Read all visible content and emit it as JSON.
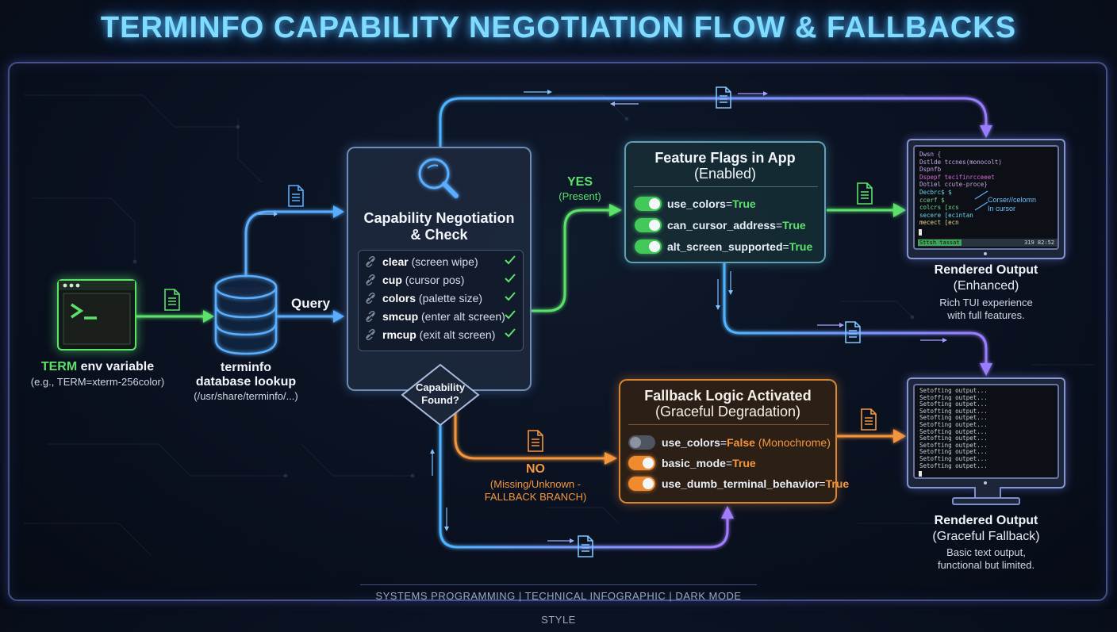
{
  "title": "TERMINFO CAPABILITY NEGOTIATION FLOW & FALLBACKS",
  "term_node": {
    "label_strong": "TERM",
    "label_rest": " env variable",
    "example": "(e.g., TERM=xterm-256color)"
  },
  "db_node": {
    "line1": "terminfo",
    "line2": "database lookup",
    "path": "(/usr/share/terminfo/...)"
  },
  "query_label": "Query",
  "negotiation": {
    "title_line1": "Capability Negotiation",
    "title_line2": "& Check",
    "capabilities": [
      {
        "name": "clear",
        "desc": " (screen wipe)"
      },
      {
        "name": "cup",
        "desc": " (cursor pos)"
      },
      {
        "name": "colors",
        "desc": " (palette size)"
      },
      {
        "name": "smcup",
        "desc": " (enter alt screen)"
      },
      {
        "name": "rmcup",
        "desc": " (exit alt screen)"
      }
    ],
    "decision_line1": "Capability",
    "decision_line2": "Found?"
  },
  "yes_branch": {
    "label": "YES",
    "sub": "(Present)"
  },
  "no_branch": {
    "label": "NO",
    "sub1": "(Missing/Unknown -",
    "sub2": "FALLBACK BRANCH)"
  },
  "feature_flags": {
    "title": "Feature Flags in App",
    "subtitle": "(Enabled)",
    "flags": [
      {
        "key": "use_colors",
        "eq": "=",
        "val": "True",
        "state": "on"
      },
      {
        "key": "can_cursor_address",
        "eq": "=",
        "val": "True",
        "state": "on"
      },
      {
        "key": "alt_screen_supported",
        "eq": "=",
        "val": "True",
        "state": "on"
      }
    ]
  },
  "fallback": {
    "title": "Fallback Logic Activated",
    "subtitle": "(Graceful Degradation)",
    "flags": [
      {
        "key": "use_colors",
        "eq": "=",
        "val": "False",
        "note": " (Monochrome)",
        "state": "off"
      },
      {
        "key": "basic_mode",
        "eq": "=",
        "val": "True",
        "note": "",
        "state": "on"
      },
      {
        "key": "use_dumb_terminal_behavior",
        "eq": "=",
        "val": "True",
        "note": "",
        "state": "on"
      }
    ]
  },
  "enhanced_output": {
    "title": "Rendered Output",
    "subtitle": "(Enhanced)",
    "desc1": "Rich TUI experience",
    "desc2": "with full features.",
    "screen_lines": [
      "Dwsn {",
      "Dstlde  tccnes(monocolt)",
      "Dspnfb",
      "Dspepf  tecifinrcceeet",
      "Dotiel  ccute-proce}",
      "",
      "Decbrc$ $",
      " ccerf $",
      "",
      "  colcrs  [xcs",
      "  secere  [ecintan",
      "  mecect  [ecn"
    ],
    "annotation1": "Corser//celomn",
    "annotation2": "In cursor",
    "status_left": "Sttsh  tassat",
    "status_right": "319 82:52"
  },
  "fallback_output": {
    "title": "Rendered Output",
    "subtitle": "(Graceful Fallback)",
    "desc1": "Basic text output,",
    "desc2": "functional but limited.",
    "screen_lines": [
      "Setofting output...",
      "Setoffing outpet...",
      "Setofting outpet...",
      "Setofting output...",
      "Setofting outpet...",
      "Setofting outpet...",
      "Setofting outpet...",
      "Setofting outpet...",
      "Setofting outpet...",
      "Setofting outpet...",
      "Setofting outpet...",
      "Setofting outpet..."
    ]
  },
  "footer": "SYSTEMS PROGRAMMING  |  TECHNICAL INFOGRAPHIC  |  DARK MODE STYLE",
  "colors": {
    "accent_blue": "#5aaeff",
    "green": "#5ce26a",
    "orange": "#f5963c",
    "purple": "#9a8cff"
  }
}
